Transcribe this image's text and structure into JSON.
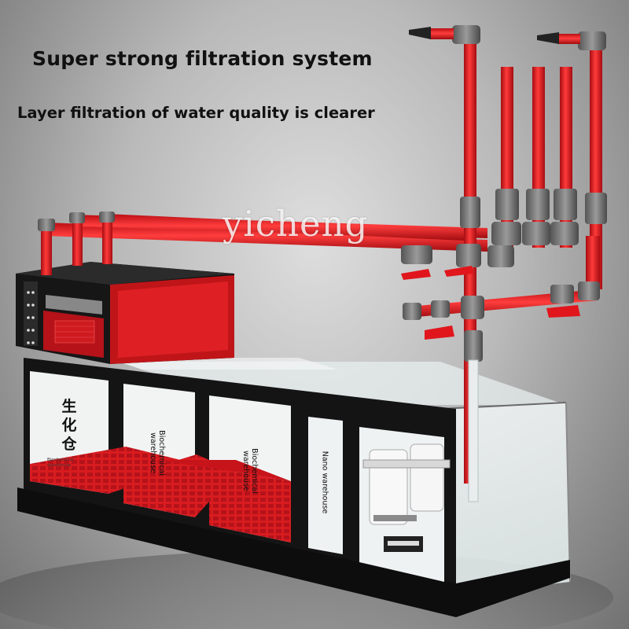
{
  "headline": "Super strong filtration system",
  "subline": "Layer filtration of water quality is clearer",
  "watermark": "yicheng",
  "compartments": {
    "first_cn": [
      "生",
      "化",
      "仓"
    ],
    "first_en": "Biochemical warehouse",
    "second": [
      "Biochemical",
      "warehouse"
    ],
    "third": [
      "Biochemical",
      "warehouse"
    ],
    "fourth": "Nano warehouse"
  },
  "colors": {
    "pipe_red": "#e0161c",
    "fitting_gray": "#7b7b7b",
    "cabinet_black": "#141414",
    "background": "#b9b9b9"
  }
}
